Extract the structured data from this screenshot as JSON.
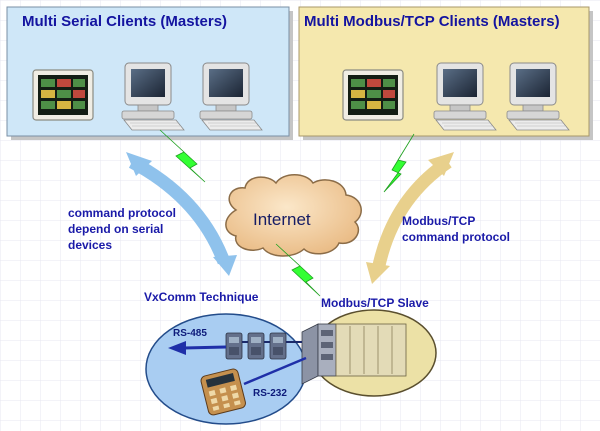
{
  "panels": {
    "serial_masters": {
      "title": "Multi Serial Clients (Masters)",
      "fill": "#cfe7f8"
    },
    "modbus_masters": {
      "title": "Multi Modbus/TCP Clients (Masters)",
      "fill": "#f5e8ae"
    }
  },
  "cloud": {
    "label": "Internet"
  },
  "labels": {
    "left_protocol": [
      "command protocol",
      "depend on serial",
      "devices"
    ],
    "right_protocol": [
      "Modbus/TCP",
      "command protocol"
    ],
    "vxcomm": "VxComm Technique",
    "slave": "Modbus/TCP Slave",
    "rs485": "RS-485",
    "rs232": "RS-232"
  },
  "colors": {
    "text": "#1a1aa8",
    "blue_arrow": "#8fc2ec",
    "tan_arrow": "#e8d08c",
    "lightning": "#33ff33",
    "ellipse_blue": "#a9cdf2",
    "ellipse_tan": "#ece1a6"
  }
}
